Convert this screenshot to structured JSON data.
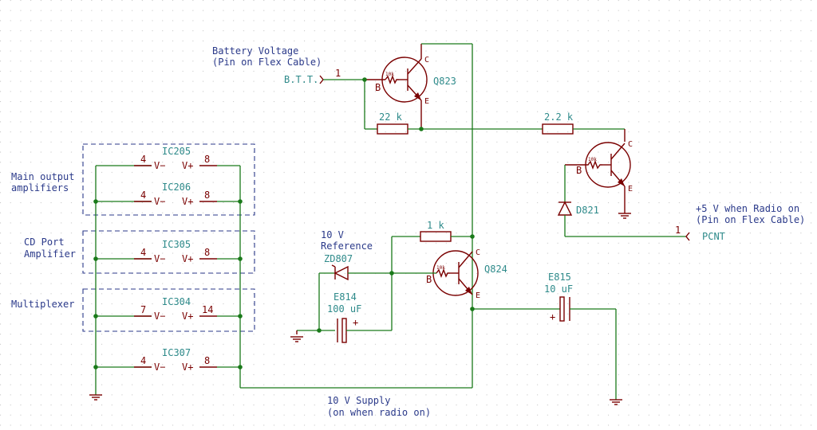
{
  "notes": {
    "battery": [
      "Battery Voltage",
      "(Pin on Flex Cable)"
    ],
    "radio_on": [
      "+5 V when Radio on",
      "(Pin on Flex Cable)"
    ],
    "ref": [
      "10 V",
      "Reference"
    ],
    "supply": [
      "10 V Supply",
      "(on when radio on)"
    ],
    "main_amp": [
      "Main output",
      "amplifiers"
    ],
    "cd_port": [
      "CD Port",
      "Amplifier"
    ],
    "mux": "Multiplexer"
  },
  "connectors": {
    "btt": {
      "label": "B.T.T.",
      "pin": "1"
    },
    "pcnt": {
      "label": "PCNT",
      "pin": "1"
    }
  },
  "transistors": {
    "q823": {
      "ref": "Q823",
      "base_res": "10k",
      "b": "B",
      "c": "C",
      "e": "E"
    },
    "q824": {
      "ref": "Q824",
      "base_res": "10k",
      "b": "B",
      "c": "C",
      "e": "E"
    },
    "q_pcnt": {
      "base_res": "10k",
      "b": "B",
      "c": "C",
      "e": "E"
    }
  },
  "resistors": {
    "r22k": "22 k",
    "r22": "2.2 k",
    "r1k": "1 k"
  },
  "diodes": {
    "d821": "D821",
    "zd807": "ZD807"
  },
  "caps": {
    "e814": {
      "ref": "E814",
      "value": "100 uF",
      "plus": "+"
    },
    "e815": {
      "ref": "E815",
      "value": "10 uF",
      "plus": "+"
    }
  },
  "ics": [
    {
      "ref": "IC205",
      "vm_pin": "4",
      "vp_pin": "8",
      "vm": "V−",
      "vp": "V+"
    },
    {
      "ref": "IC206",
      "vm_pin": "4",
      "vp_pin": "8",
      "vm": "V−",
      "vp": "V+"
    },
    {
      "ref": "IC305",
      "vm_pin": "4",
      "vp_pin": "8",
      "vm": "V−",
      "vp": "V+"
    },
    {
      "ref": "IC304",
      "vm_pin": "7",
      "vp_pin": "14",
      "vm": "V−",
      "vp": "V+"
    },
    {
      "ref": "IC307",
      "vm_pin": "4",
      "vp_pin": "8",
      "vm": "V−",
      "vp": "V+"
    }
  ]
}
